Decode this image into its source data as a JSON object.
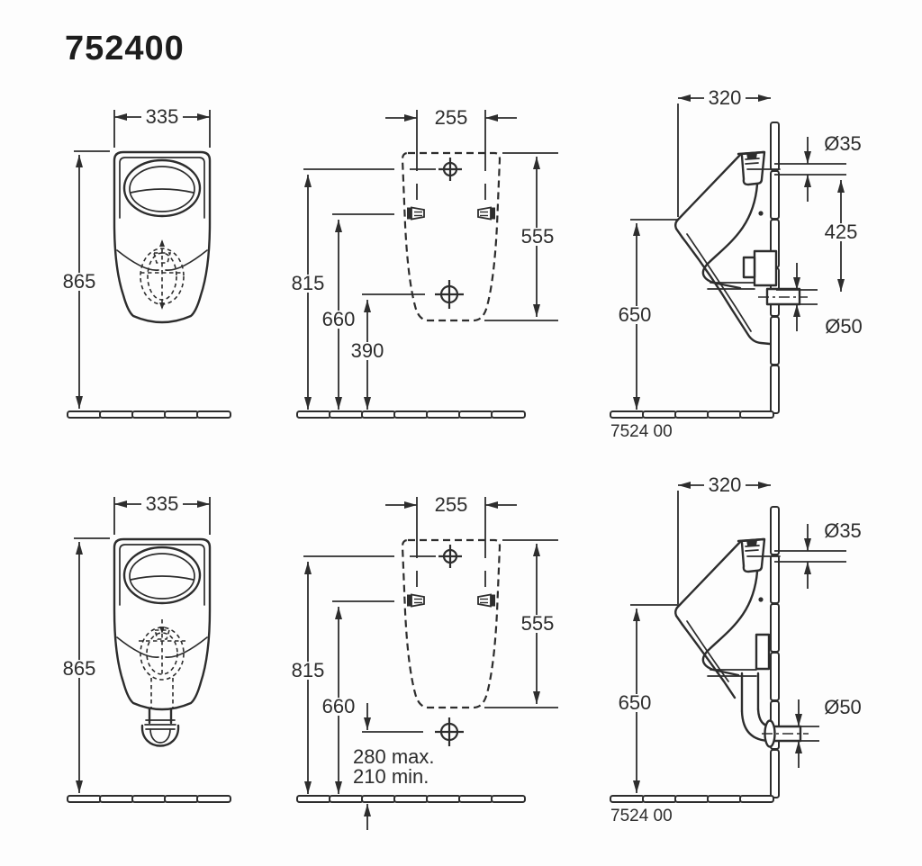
{
  "title": "752400",
  "colors": {
    "ink": "#2d2d2d",
    "background": "#fdfdfd"
  },
  "views": {
    "front_top": {
      "label_width": "335",
      "label_height": "865"
    },
    "template_top": {
      "label_spacing": "255",
      "label_height_top_hole": "815",
      "label_height_brackets": "660",
      "label_height_drain": "390",
      "label_template_height": "555"
    },
    "side_top": {
      "label_depth": "320",
      "label_inlet_diameter": "Ø35",
      "label_inlet_to_outlet": "425",
      "label_outlet_diameter": "Ø50",
      "label_rim_height": "650",
      "label_model": "7524 00"
    },
    "front_bottom": {
      "label_width": "335",
      "label_height": "865"
    },
    "template_bottom": {
      "label_spacing": "255",
      "label_height_top_hole": "815",
      "label_height_brackets": "660",
      "label_template_height": "555",
      "label_drain_max": "280 max.",
      "label_drain_min": "210 min."
    },
    "side_bottom": {
      "label_depth": "320",
      "label_inlet_diameter": "Ø35",
      "label_outlet_diameter": "Ø50",
      "label_rim_height": "650",
      "label_model": "7524 00"
    }
  }
}
